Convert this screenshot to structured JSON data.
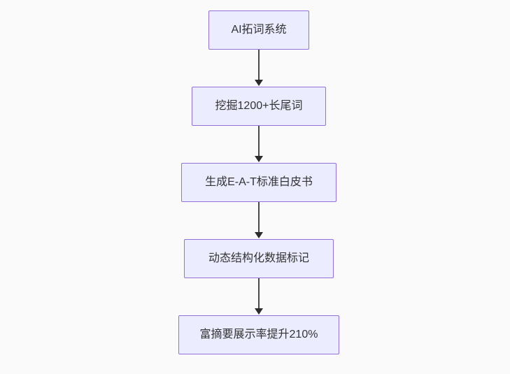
{
  "background_color": "#fafafa",
  "flowchart": {
    "type": "flowchart",
    "direction": "top-down",
    "node_fill_color": "#ECECFF",
    "node_border_color": "#9370DB",
    "text_color": "#333333",
    "arrow_color": "#333333",
    "nodes": [
      {
        "id": "node-1",
        "label": "AI拓词系统"
      },
      {
        "id": "node-2",
        "label": "挖掘1200+长尾词"
      },
      {
        "id": "node-3",
        "label": "生成E-A-T标准白皮书"
      },
      {
        "id": "node-4",
        "label": "动态结构化数据标记"
      },
      {
        "id": "node-5",
        "label": "富摘要展示率提升210%"
      }
    ],
    "edges": [
      {
        "from": "node-1",
        "to": "node-2"
      },
      {
        "from": "node-2",
        "to": "node-3"
      },
      {
        "from": "node-3",
        "to": "node-4"
      },
      {
        "from": "node-4",
        "to": "node-5"
      }
    ]
  }
}
